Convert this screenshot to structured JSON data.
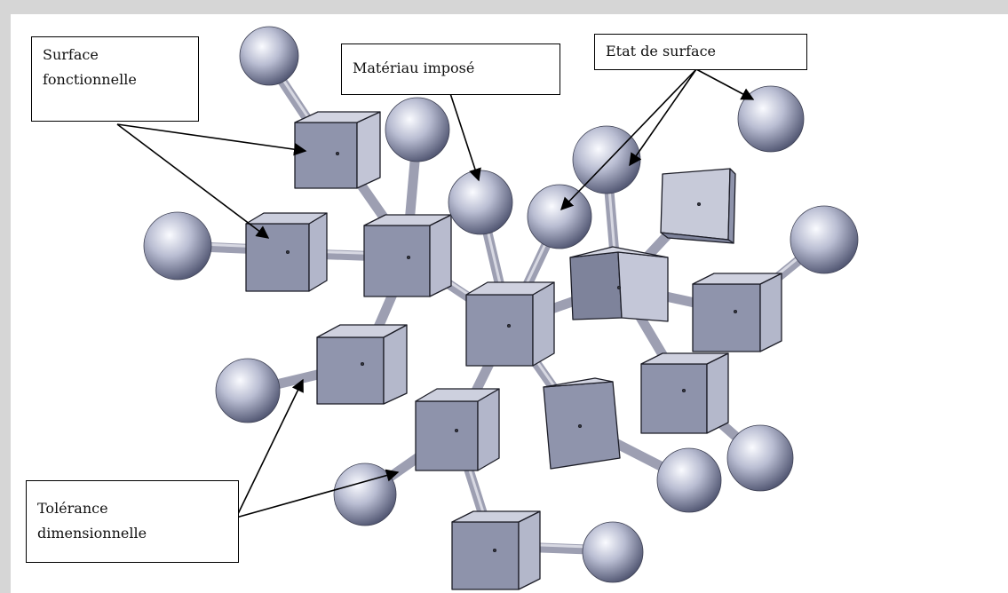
{
  "labels": {
    "surface_fonctionnelle": [
      "Surface",
      "fonctionnelle"
    ],
    "materiau_impose": "Matériau imposé",
    "etat_de_surface": "Etat de surface",
    "tolerance_dimensionnelle": [
      "Tolérance",
      "dimensionnelle"
    ]
  },
  "colors": {
    "background": "#d6d6d6",
    "page": "#ffffff",
    "cube_front": "#8e93ab",
    "cube_side": "#b3b7cc",
    "cube_top": "#cdd0df",
    "sphere_light": "#f7f8fc",
    "sphere_dark": "#5b6079",
    "connector": "#a9abbd",
    "arrow": "#000000"
  }
}
